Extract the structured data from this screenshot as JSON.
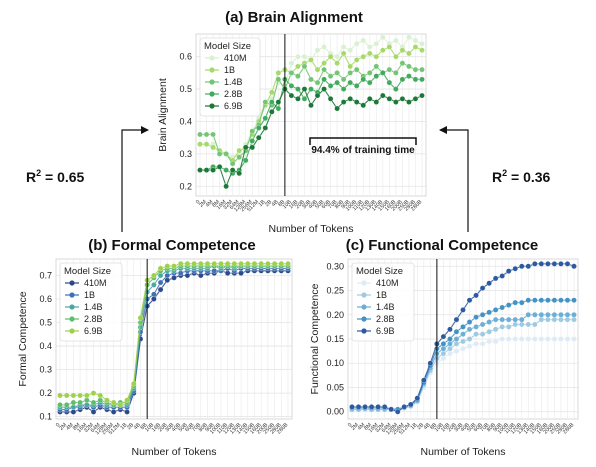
{
  "tokens": [
    "0",
    "2M",
    "4M",
    "8M",
    "16M",
    "32M",
    "64M",
    "128M",
    "256M",
    "512M",
    "1B",
    "2B",
    "4B",
    "8B",
    "10B",
    "16B",
    "20B",
    "30B",
    "40B",
    "50B",
    "60B",
    "70B",
    "80B",
    "90B",
    "100B",
    "110B",
    "120B",
    "130B",
    "140B",
    "150B",
    "160B",
    "200B",
    "250B",
    "280B",
    "286B"
  ],
  "colors": {
    "green": [
      "#d9f0d3",
      "#a6d96a",
      "#74c476",
      "#41ab5d",
      "#1b7837"
    ],
    "blue": [
      "#deebf7",
      "#9ecae1",
      "#6baed6",
      "#4292c6",
      "#2c5aa0"
    ],
    "formal": [
      "#2c4a8a",
      "#3f6fb5",
      "#4aa7a5",
      "#5ebd6a",
      "#9ed04a"
    ]
  },
  "annotations": {
    "r2_left": "R",
    "r2_left_sup": "2",
    "r2_left_val": " = 0.65",
    "r2_right": "R",
    "r2_right_sup": "2",
    "r2_right_val": " = 0.36",
    "training_time": "94.4% of training time"
  },
  "chart_data": [
    {
      "type": "line",
      "title": "(a) Brain Alignment",
      "xlabel": "Number of Tokens",
      "ylabel": "Brain Alignment",
      "ylim": [
        0.17,
        0.67
      ],
      "yticks": [
        0.2,
        0.3,
        0.4,
        0.5,
        0.6
      ],
      "yticklabels": [
        "0.2",
        "0.3",
        "0.4",
        "0.5",
        "0.6"
      ],
      "vline_index": 13,
      "grid": true,
      "legend": {
        "title": "Model Size",
        "placement": "top-left"
      },
      "series": [
        {
          "name": "410M",
          "values": [
            0.33,
            0.33,
            0.33,
            0.3,
            0.3,
            0.29,
            0.3,
            0.33,
            0.37,
            0.41,
            0.46,
            0.47,
            0.52,
            0.51,
            0.58,
            0.6,
            0.6,
            0.59,
            0.62,
            0.63,
            0.61,
            0.6,
            0.63,
            0.62,
            0.64,
            0.65,
            0.63,
            0.64,
            0.66,
            0.64,
            0.65,
            0.63,
            0.66,
            0.65,
            0.64
          ]
        },
        {
          "name": "1B",
          "values": [
            0.33,
            0.33,
            0.32,
            0.31,
            0.3,
            0.28,
            0.31,
            0.32,
            0.36,
            0.4,
            0.45,
            0.49,
            0.55,
            0.56,
            0.55,
            0.57,
            0.58,
            0.59,
            0.56,
            0.58,
            0.6,
            0.58,
            0.61,
            0.57,
            0.59,
            0.6,
            0.61,
            0.6,
            0.62,
            0.63,
            0.6,
            0.62,
            0.61,
            0.63,
            0.62
          ]
        },
        {
          "name": "1.4B",
          "values": [
            0.36,
            0.36,
            0.36,
            0.3,
            0.3,
            0.27,
            0.29,
            0.31,
            0.37,
            0.39,
            0.46,
            0.45,
            0.53,
            0.5,
            0.55,
            0.54,
            0.57,
            0.53,
            0.52,
            0.56,
            0.54,
            0.55,
            0.53,
            0.55,
            0.56,
            0.54,
            0.55,
            0.57,
            0.55,
            0.56,
            0.55,
            0.58,
            0.57,
            0.56,
            0.56
          ]
        },
        {
          "name": "2.8B",
          "values": [
            0.25,
            0.25,
            0.26,
            0.26,
            0.25,
            0.24,
            0.25,
            0.28,
            0.34,
            0.38,
            0.41,
            0.46,
            0.44,
            0.53,
            0.51,
            0.5,
            0.47,
            0.5,
            0.49,
            0.53,
            0.51,
            0.52,
            0.5,
            0.52,
            0.51,
            0.53,
            0.52,
            0.54,
            0.55,
            0.52,
            0.5,
            0.53,
            0.54,
            0.53,
            0.53
          ]
        },
        {
          "name": "6.9B",
          "values": [
            0.25,
            0.25,
            0.25,
            0.26,
            0.2,
            0.25,
            0.24,
            0.32,
            0.32,
            0.35,
            0.38,
            0.43,
            0.46,
            0.5,
            0.48,
            0.47,
            0.5,
            0.45,
            0.48,
            0.5,
            0.47,
            0.44,
            0.46,
            0.47,
            0.46,
            0.45,
            0.47,
            0.46,
            0.48,
            0.47,
            0.46,
            0.47,
            0.46,
            0.47,
            0.48
          ]
        }
      ]
    },
    {
      "type": "line",
      "title": "(b) Formal Competence",
      "xlabel": "Number of Tokens",
      "ylabel": "Formal Competence",
      "ylim": [
        0.09,
        0.77
      ],
      "yticks": [
        0.1,
        0.2,
        0.3,
        0.4,
        0.5,
        0.6,
        0.7
      ],
      "yticklabels": [
        "0.1",
        "0.2",
        "0.3",
        "0.4",
        "0.5",
        "0.6",
        "0.7"
      ],
      "vline_index": 13,
      "grid": true,
      "legend": {
        "title": "Model Size",
        "placement": "top-left"
      },
      "series": [
        {
          "name": "410M",
          "values": [
            0.12,
            0.12,
            0.12,
            0.13,
            0.14,
            0.12,
            0.14,
            0.13,
            0.12,
            0.13,
            0.12,
            0.2,
            0.43,
            0.57,
            0.6,
            0.64,
            0.68,
            0.69,
            0.7,
            0.7,
            0.71,
            0.7,
            0.71,
            0.71,
            0.72,
            0.71,
            0.71,
            0.71,
            0.72,
            0.72,
            0.72,
            0.72,
            0.72,
            0.72,
            0.72
          ]
        },
        {
          "name": "1B",
          "values": [
            0.13,
            0.13,
            0.14,
            0.14,
            0.15,
            0.14,
            0.15,
            0.14,
            0.14,
            0.14,
            0.14,
            0.21,
            0.46,
            0.6,
            0.62,
            0.67,
            0.7,
            0.71,
            0.71,
            0.72,
            0.72,
            0.72,
            0.72,
            0.72,
            0.72,
            0.73,
            0.72,
            0.73,
            0.73,
            0.73,
            0.73,
            0.73,
            0.73,
            0.73,
            0.73
          ]
        },
        {
          "name": "1.4B",
          "values": [
            0.14,
            0.14,
            0.14,
            0.15,
            0.15,
            0.15,
            0.16,
            0.15,
            0.15,
            0.15,
            0.15,
            0.22,
            0.48,
            0.63,
            0.66,
            0.7,
            0.72,
            0.72,
            0.73,
            0.73,
            0.73,
            0.73,
            0.73,
            0.74,
            0.73,
            0.74,
            0.73,
            0.74,
            0.74,
            0.74,
            0.74,
            0.74,
            0.74,
            0.74,
            0.74
          ]
        },
        {
          "name": "2.8B",
          "values": [
            0.15,
            0.15,
            0.16,
            0.16,
            0.17,
            0.16,
            0.17,
            0.16,
            0.15,
            0.16,
            0.16,
            0.23,
            0.5,
            0.66,
            0.69,
            0.72,
            0.73,
            0.73,
            0.74,
            0.74,
            0.74,
            0.74,
            0.74,
            0.74,
            0.74,
            0.74,
            0.74,
            0.74,
            0.74,
            0.74,
            0.74,
            0.74,
            0.74,
            0.74,
            0.74
          ]
        },
        {
          "name": "6.9B",
          "values": [
            0.19,
            0.19,
            0.19,
            0.19,
            0.19,
            0.2,
            0.19,
            0.17,
            0.16,
            0.15,
            0.17,
            0.24,
            0.52,
            0.68,
            0.7,
            0.73,
            0.74,
            0.74,
            0.75,
            0.75,
            0.75,
            0.75,
            0.75,
            0.75,
            0.75,
            0.75,
            0.75,
            0.75,
            0.75,
            0.75,
            0.75,
            0.75,
            0.75,
            0.75,
            0.75
          ]
        }
      ]
    },
    {
      "type": "line",
      "title": "(c) Functional Competence",
      "xlabel": "Number of Tokens",
      "ylabel": "Functional Competence",
      "ylim": [
        -0.015,
        0.315
      ],
      "yticks": [
        0.0,
        0.05,
        0.1,
        0.15,
        0.2,
        0.25,
        0.3
      ],
      "yticklabels": [
        "0.00",
        "0.05",
        "0.10",
        "0.15",
        "0.20",
        "0.25",
        "0.30"
      ],
      "vline_index": 13,
      "grid": true,
      "legend": {
        "title": "Model Size",
        "placement": "top-left"
      },
      "series": [
        {
          "name": "410M",
          "values": [
            0.005,
            0.005,
            0.005,
            0.005,
            0.005,
            0.005,
            0.005,
            0.005,
            0.008,
            0.01,
            0.02,
            0.05,
            0.08,
            0.1,
            0.11,
            0.12,
            0.125,
            0.13,
            0.135,
            0.14,
            0.14,
            0.145,
            0.145,
            0.15,
            0.15,
            0.15,
            0.15,
            0.15,
            0.15,
            0.15,
            0.15,
            0.15,
            0.15,
            0.15,
            0.15
          ]
        },
        {
          "name": "1B",
          "values": [
            0.005,
            0.005,
            0.005,
            0.005,
            0.005,
            0.005,
            0.005,
            0.005,
            0.008,
            0.012,
            0.022,
            0.055,
            0.085,
            0.11,
            0.12,
            0.13,
            0.14,
            0.145,
            0.15,
            0.16,
            0.16,
            0.165,
            0.17,
            0.175,
            0.175,
            0.18,
            0.18,
            0.18,
            0.18,
            0.19,
            0.19,
            0.19,
            0.19,
            0.19,
            0.19
          ]
        },
        {
          "name": "1.4B",
          "values": [
            0.005,
            0.005,
            0.006,
            0.005,
            0.005,
            0.005,
            0.005,
            0.005,
            0.008,
            0.012,
            0.022,
            0.058,
            0.09,
            0.12,
            0.13,
            0.14,
            0.15,
            0.16,
            0.17,
            0.175,
            0.18,
            0.185,
            0.19,
            0.19,
            0.19,
            0.19,
            0.19,
            0.2,
            0.2,
            0.2,
            0.2,
            0.2,
            0.2,
            0.2,
            0.2
          ]
        },
        {
          "name": "2.8B",
          "values": [
            0.008,
            0.008,
            0.008,
            0.008,
            0.008,
            0.008,
            0.005,
            0.005,
            0.01,
            0.015,
            0.025,
            0.06,
            0.095,
            0.13,
            0.14,
            0.15,
            0.165,
            0.175,
            0.185,
            0.195,
            0.2,
            0.205,
            0.21,
            0.215,
            0.22,
            0.225,
            0.225,
            0.23,
            0.23,
            0.23,
            0.23,
            0.23,
            0.23,
            0.23,
            0.23
          ]
        },
        {
          "name": "6.9B",
          "values": [
            0.01,
            0.01,
            0.01,
            0.01,
            0.01,
            0.01,
            0.005,
            0.0,
            0.01,
            0.015,
            0.028,
            0.065,
            0.1,
            0.14,
            0.155,
            0.17,
            0.19,
            0.21,
            0.23,
            0.24,
            0.255,
            0.265,
            0.275,
            0.28,
            0.29,
            0.295,
            0.3,
            0.3,
            0.305,
            0.305,
            0.305,
            0.305,
            0.305,
            0.305,
            0.3
          ]
        }
      ]
    }
  ]
}
